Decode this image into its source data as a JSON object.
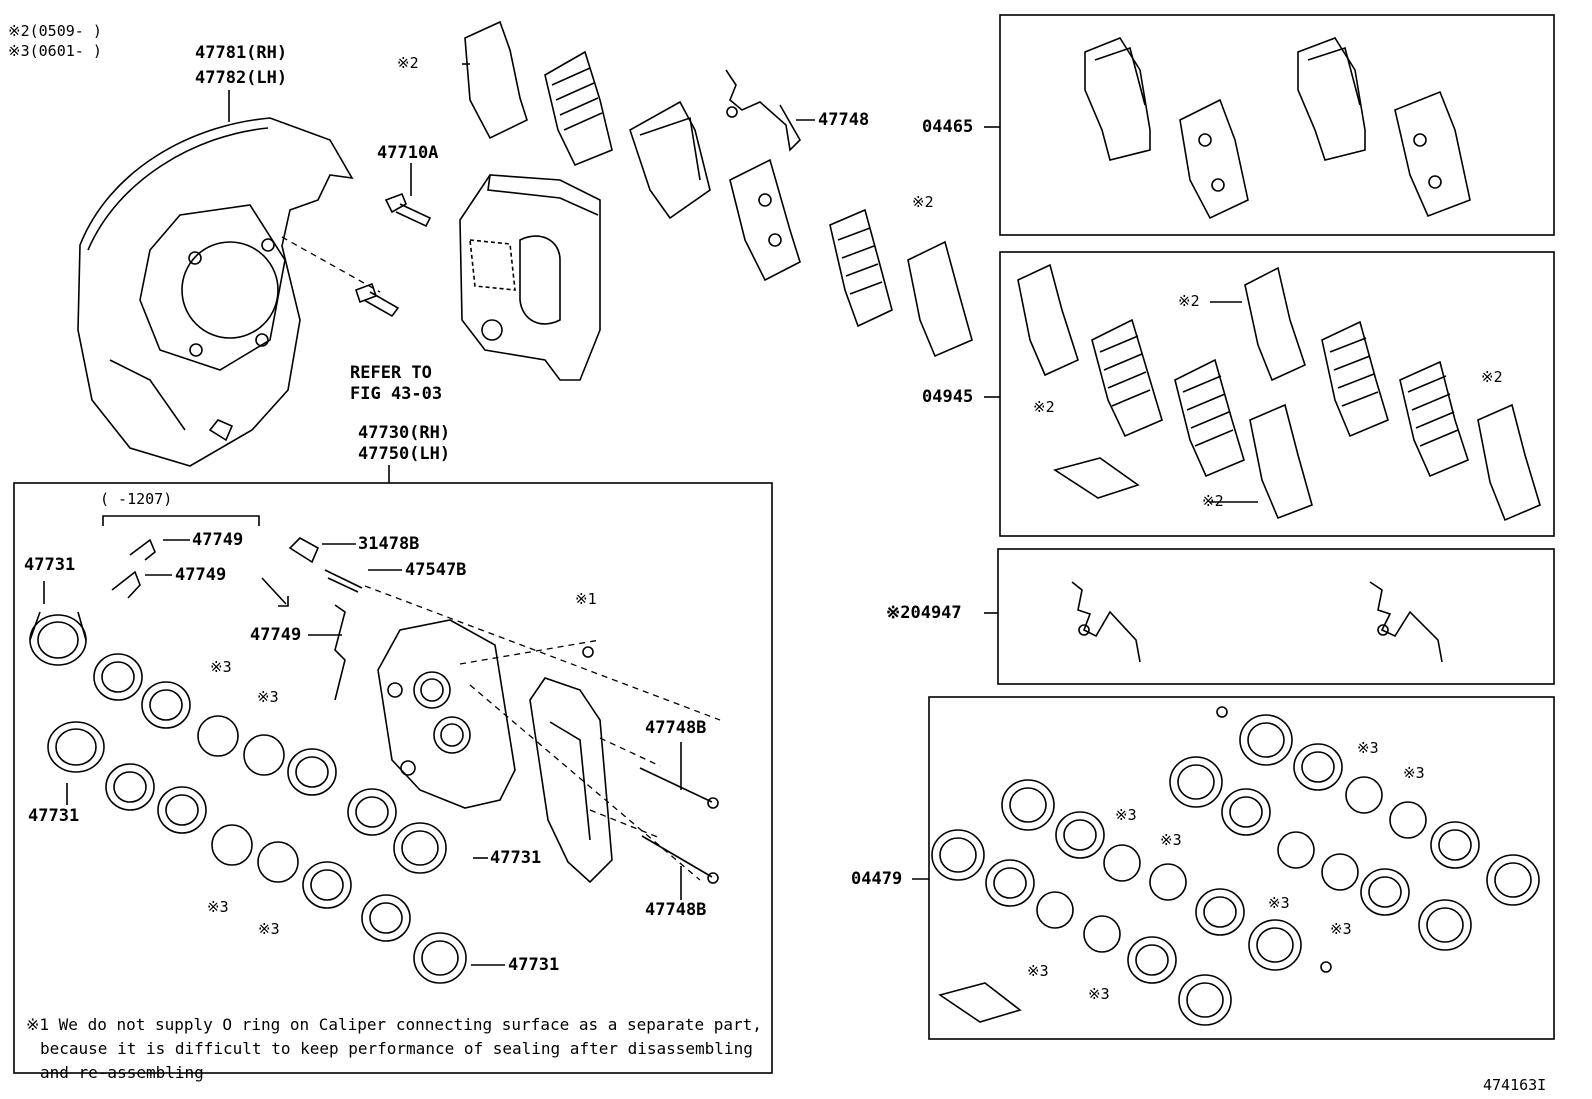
{
  "legend": {
    "line1": "※2(0509-    )",
    "line2": "※3(0601-    )"
  },
  "labels": {
    "backing_plate_rh": "47781(RH)",
    "backing_plate_lh": "47782(LH)",
    "bolt": "47710A",
    "refer_line1": "REFER TO",
    "refer_line2": "FIG 43-03",
    "anti_squeal_spring_top": "47748",
    "caliper_rh": "47730(RH)",
    "caliper_lh": "47750(LH)",
    "date_range": "(    -1207)",
    "clip_1": "47749",
    "clip_2": "47749",
    "clip_3": "47749",
    "bleeder_cap": "31478B",
    "bleeder_plug": "47547B",
    "piston_1": "47731",
    "piston_2": "47731",
    "piston_3": "47731",
    "piston_4": "47731",
    "pin_1": "47748B",
    "pin_2": "47748B",
    "kit_pad": "04465",
    "kit_shim": "04945",
    "kit_spring": "※204947",
    "kit_cylinder": "04479",
    "mark1": "※1",
    "mark2": "※2",
    "mark3": "※3",
    "figure_id": "474163I"
  },
  "note": {
    "line1": "※1 We do not supply O ring on Caliper connecting surface as a separate part,",
    "line2": "because it is difficult to keep performance of sealing after disassembling",
    "line3": "and re-assembling"
  }
}
